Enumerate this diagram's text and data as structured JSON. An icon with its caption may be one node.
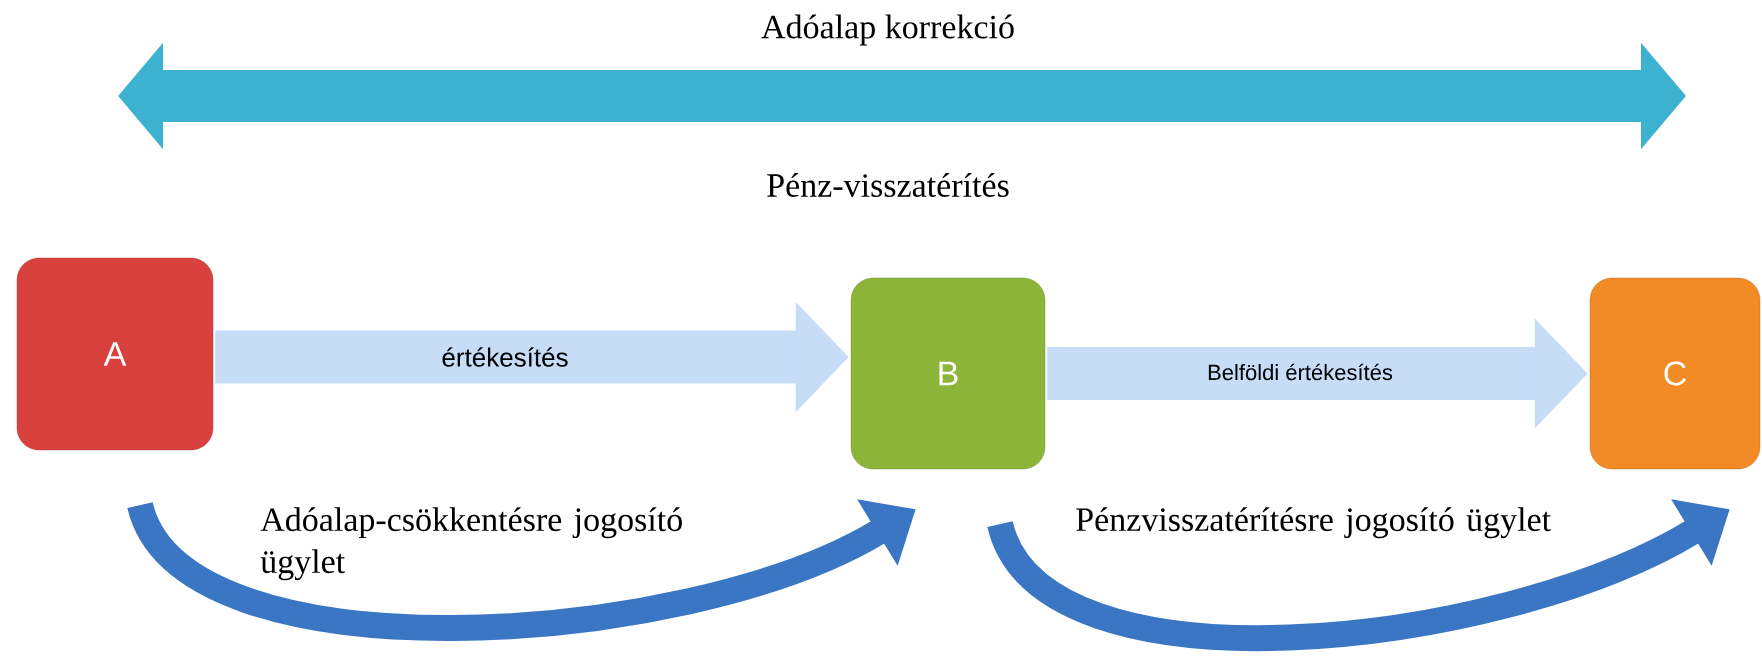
{
  "diagram": {
    "nodes": [
      {
        "text": [
          "A"
        ]
      },
      {
        "text": [
          "B"
        ]
      },
      {
        "text": [
          "C"
        ]
      }
    ],
    "edges": [
      {
        "from": 0,
        "to": 1,
        "arrow": "to",
        "label": "értékesítés",
        "style": "thick",
        "color": "#c6dcf7"
      },
      {
        "from": 1,
        "to": 2,
        "arrow": "to",
        "label": "Belföldi értékesítés",
        "style": "thick",
        "color": "#c6dcf7"
      },
      {
        "from": 0,
        "to": 1,
        "arrow": "to",
        "label": "Adóalap-csökkentésre jogosító ügylet",
        "color": "#3a76c4"
      },
      {
        "from": 1,
        "to": 2,
        "arrow": "to",
        "label": "Pénzvisszatérítésre jogosító ügylet",
        "color": "#3a76c4"
      }
    ],
    "labels": [
      "Adóalap korrekció",
      "Pénz-visszatérítés"
    ]
  }
}
